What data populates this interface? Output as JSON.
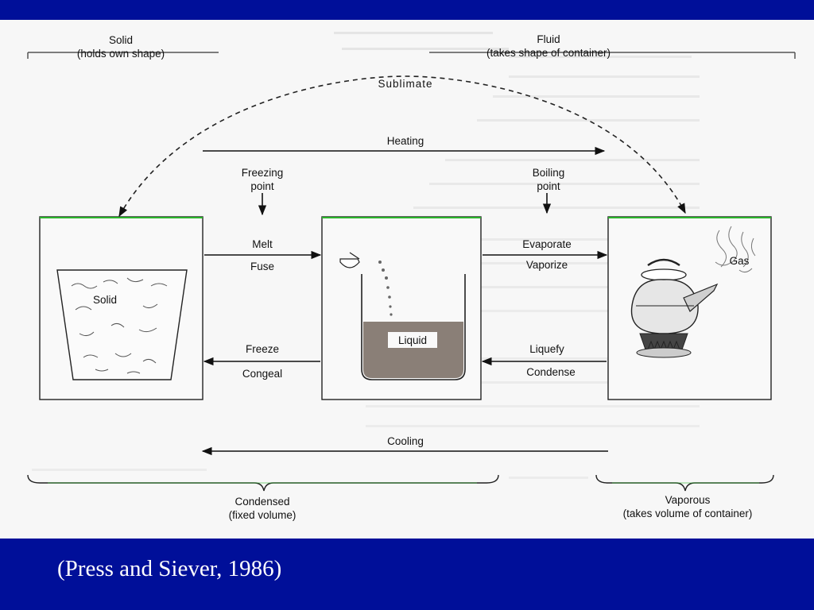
{
  "diagram": {
    "solid_header": [
      "Solid",
      "(holds own shape)"
    ],
    "fluid_header": [
      "Fluid",
      "(takes shape of container)"
    ],
    "sublimate": "Sublimate",
    "heating": "Heating",
    "cooling": "Cooling",
    "freezing_point": [
      "Freezing",
      "point"
    ],
    "boiling_point": [
      "Boiling",
      "point"
    ],
    "melt": "Melt",
    "fuse": "Fuse",
    "freeze": "Freeze",
    "congeal": "Congeal",
    "evaporate": "Evaporate",
    "vaporize": "Vaporize",
    "liquefy": "Liquefy",
    "condense": "Condense",
    "solid_box": "Solid",
    "liquid_box": "Liquid",
    "gas_box": "Gas",
    "condensed": [
      "Condensed",
      "(fixed volume)"
    ],
    "vaporous": [
      "Vaporous",
      "(takes volume of container)"
    ]
  },
  "caption": "(Press and Siever, 1986)",
  "colors": {
    "slide_background": "#000f99",
    "figure_background": "#f7f7f7",
    "box_top_accent": "#2bb52b",
    "caption_text": "#ffffff"
  }
}
